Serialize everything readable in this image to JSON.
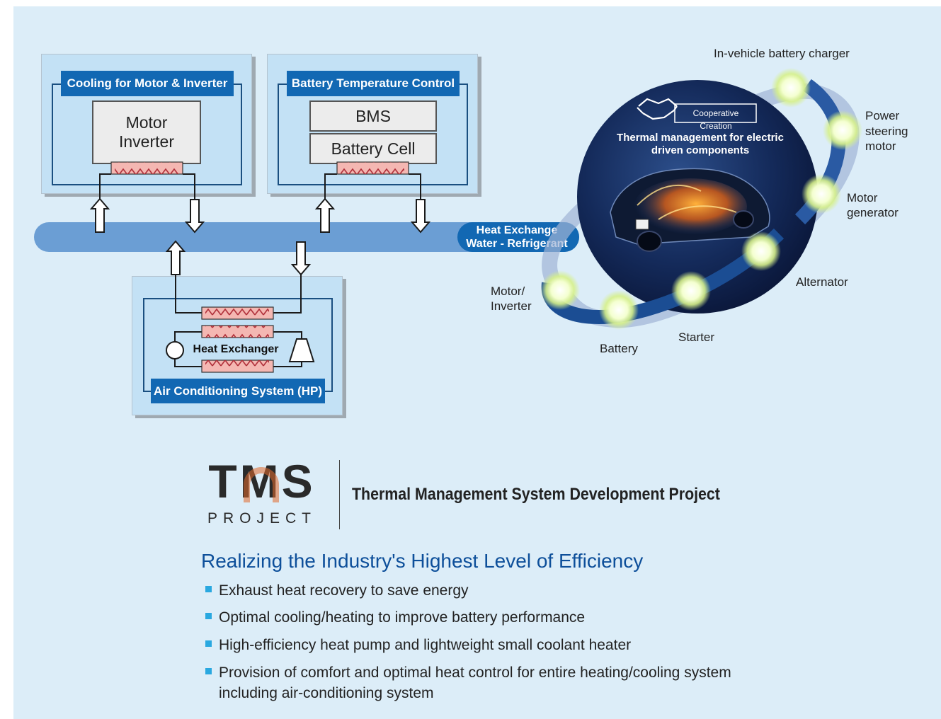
{
  "boxes": {
    "motor_cooling": {
      "label": "Cooling for Motor & Inverter",
      "component": "Motor Inverter"
    },
    "battery_control": {
      "label": "Battery Temperature Control",
      "bms": "BMS",
      "cell": "Battery Cell"
    },
    "air_conditioning": {
      "label": "Air Conditioning System (HP)",
      "heat_exchanger": "Heat Exchanger"
    }
  },
  "heat_exchange_bar": {
    "line1": "Heat Exchange",
    "line2": "Water - Refrigerant"
  },
  "circle": {
    "badge": "Cooperative Creation",
    "title_line1": "Thermal management for electric",
    "title_line2": "driven components"
  },
  "components": {
    "charger": "In-vehicle battery charger",
    "power_steering": [
      "Power",
      "steering",
      "motor"
    ],
    "motor_generator": [
      "Motor",
      "generator"
    ],
    "alternator": "Alternator",
    "starter": "Starter",
    "battery": "Battery",
    "motor_inverter": [
      "Motor/",
      "Inverter"
    ]
  },
  "logo": {
    "main": "TMS",
    "sub": "PROJECT"
  },
  "project_title": "Thermal Management System Development Project",
  "headline": "Realizing the Industry's Highest Level of Efficiency",
  "bullets": [
    "Exhaust heat recovery to save energy",
    "Optimal cooling/heating to improve battery performance",
    "High-efficiency heat pump and lightweight small coolant heater",
    "Provision of comfort and optimal heat control for entire heating/cooling system",
    "including air-conditioning system"
  ],
  "colors": {
    "accent": "#1268b3",
    "background": "#dcedf8",
    "bullet": "#29a8e0",
    "headline": "#0d4f9a"
  }
}
